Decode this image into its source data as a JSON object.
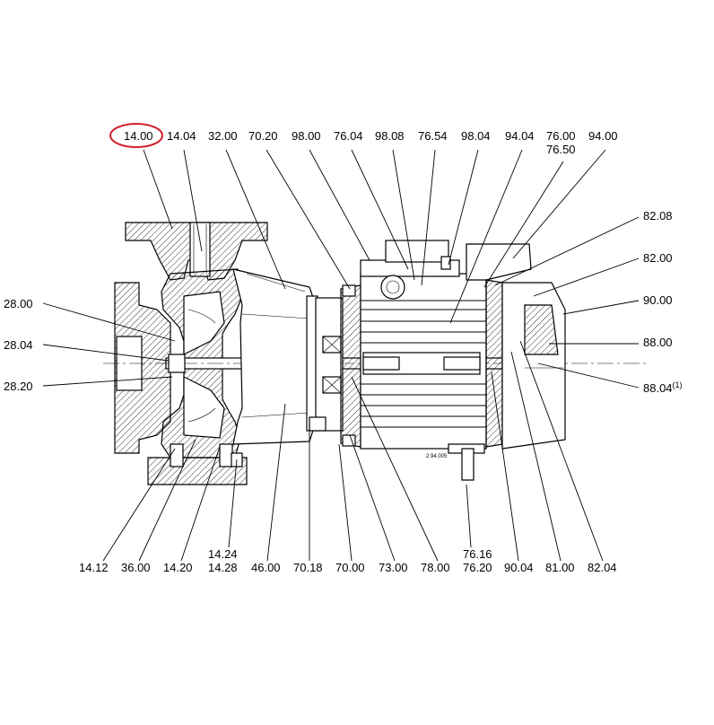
{
  "diagram": {
    "highlight": {
      "label": "14.00",
      "color": "#d0202a"
    },
    "top_labels": [
      "14.04",
      "32.00",
      "70.20",
      "98.00",
      "76.04",
      "98.08",
      "76.54",
      "98.04",
      "94.04",
      "76.00",
      "76.50",
      "94.00"
    ],
    "right_labels": [
      "82.08",
      "82.00",
      "90.00",
      "88.00",
      "88.04"
    ],
    "right_label_sup": "(1)",
    "left_labels": [
      "28.00",
      "28.04",
      "28.20"
    ],
    "bottom_labels": [
      "14.12",
      "36.00",
      "14.20",
      "14.24",
      "14.28",
      "46.00",
      "70.18",
      "70.00",
      "73.00",
      "78.00",
      "76.16",
      "76.20",
      "90.04",
      "81.00",
      "82.04"
    ],
    "drawing_code": "2.94.005"
  }
}
